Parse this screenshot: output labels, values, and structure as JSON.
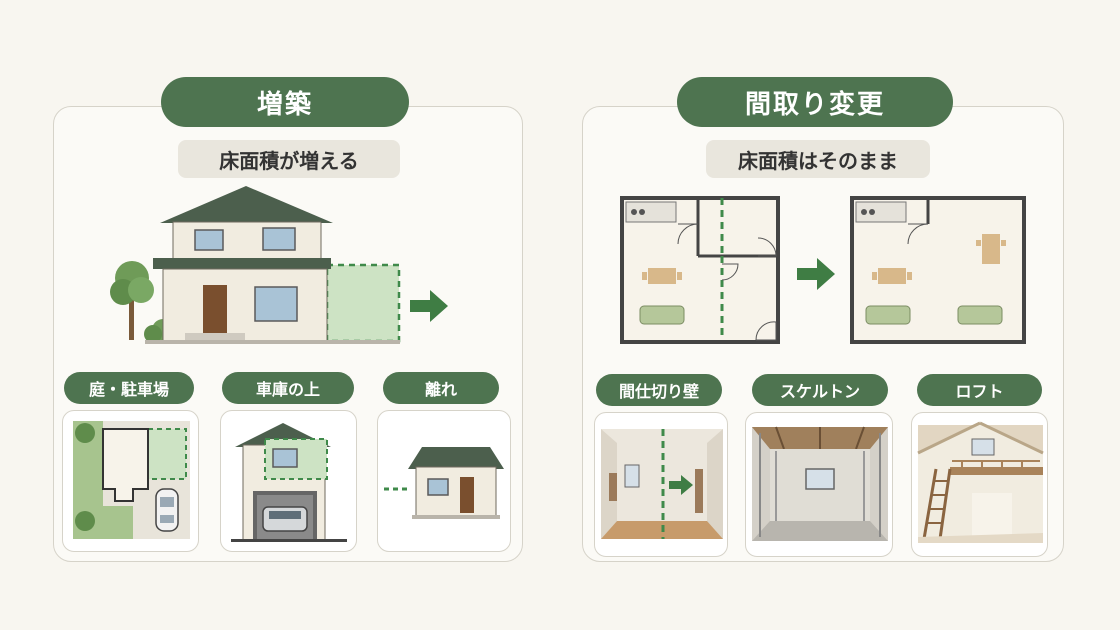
{
  "left": {
    "title": "増築",
    "subtitle": "床面積が増える",
    "options": [
      {
        "label": "庭・駐車場"
      },
      {
        "label": "車庫の上"
      },
      {
        "label": "離れ"
      }
    ]
  },
  "right": {
    "title": "間取り変更",
    "subtitle": "床面積はそのまま",
    "options": [
      {
        "label": "間仕切り壁"
      },
      {
        "label": "スケルトン"
      },
      {
        "label": "ロフト"
      }
    ]
  },
  "colors": {
    "accent": "#4e7450",
    "extension_fill": "#cde3c4",
    "extension_dash": "#3f8a4a",
    "background": "#f8f6f0"
  },
  "icons": [
    "arrow-right-icon",
    "house-icon",
    "tree-icon",
    "car-icon",
    "floorplan-icon",
    "ladder-icon"
  ]
}
